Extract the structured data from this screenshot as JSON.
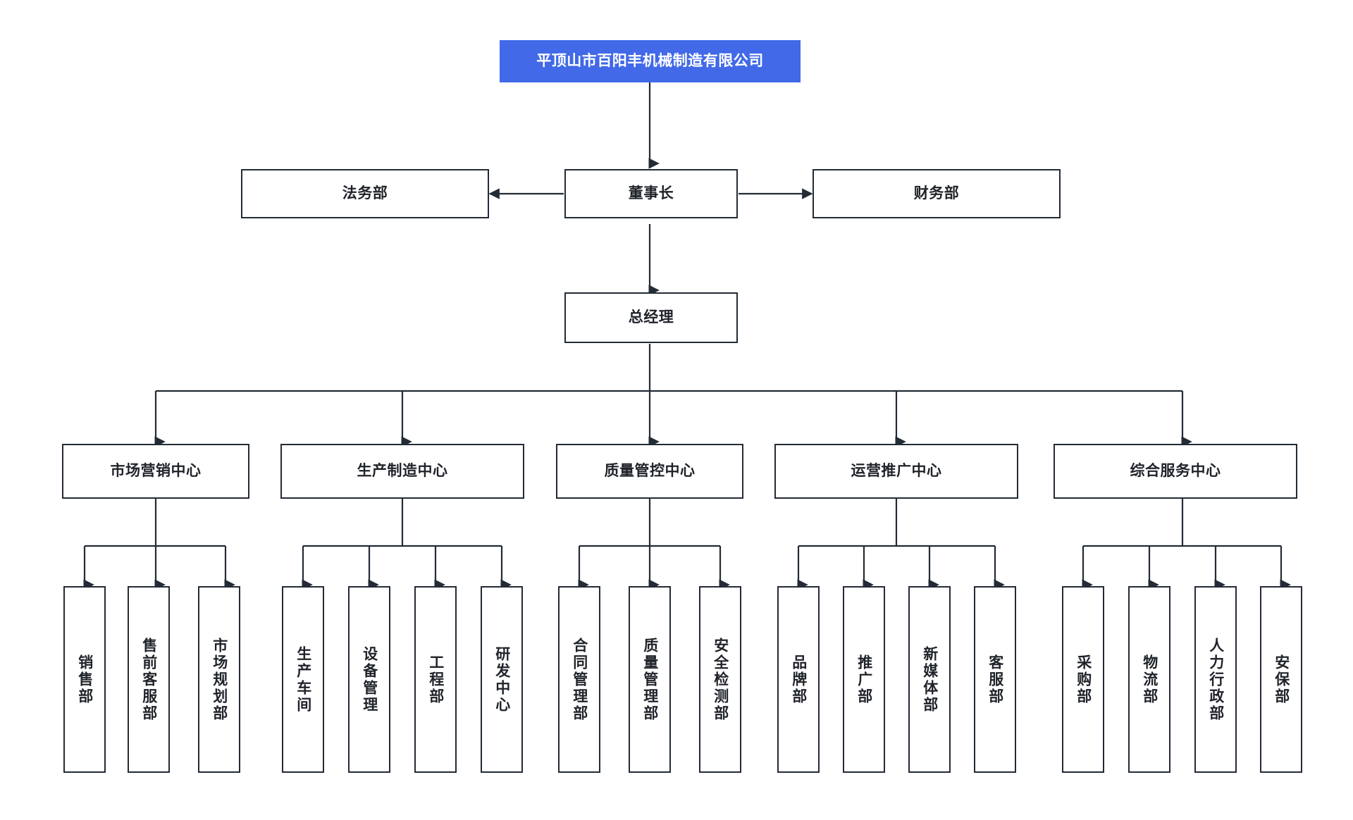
{
  "diagram": {
    "title": "平顶山市百阳丰机械制造有限公司",
    "type": "organization-chart",
    "accent_color": "#4169e8",
    "line_color": "#232b36",
    "background_color": "#ffffff"
  },
  "nodes": {
    "company": {
      "label": "平顶山市百阳丰机械制造有限公司"
    },
    "chairman": {
      "label": "董事长"
    },
    "legal": {
      "label": "法务部"
    },
    "finance": {
      "label": "财务部"
    },
    "general_manager": {
      "label": "总经理"
    },
    "centers": [
      {
        "label": "市场营销中心"
      },
      {
        "label": "生产制造中心"
      },
      {
        "label": "质量管控中心"
      },
      {
        "label": "运营推广中心"
      },
      {
        "label": "综合服务中心"
      }
    ],
    "marketing_children": [
      {
        "label": "销售部"
      },
      {
        "label": "售前客服部"
      },
      {
        "label": "市场规划部"
      }
    ],
    "production_children": [
      {
        "label": "生产车间"
      },
      {
        "label": "设备管理"
      },
      {
        "label": "工程部"
      },
      {
        "label": "研发中心"
      }
    ],
    "quality_children": [
      {
        "label": "合同管理部"
      },
      {
        "label": "质量管理部"
      },
      {
        "label": "安全检测部"
      }
    ],
    "operations_children": [
      {
        "label": "品牌部"
      },
      {
        "label": "推广部"
      },
      {
        "label": "新媒体部"
      },
      {
        "label": "客服部"
      }
    ],
    "service_children": [
      {
        "label": "采购部"
      },
      {
        "label": "物流部"
      },
      {
        "label": "人力行政部"
      },
      {
        "label": "安保部"
      }
    ]
  }
}
